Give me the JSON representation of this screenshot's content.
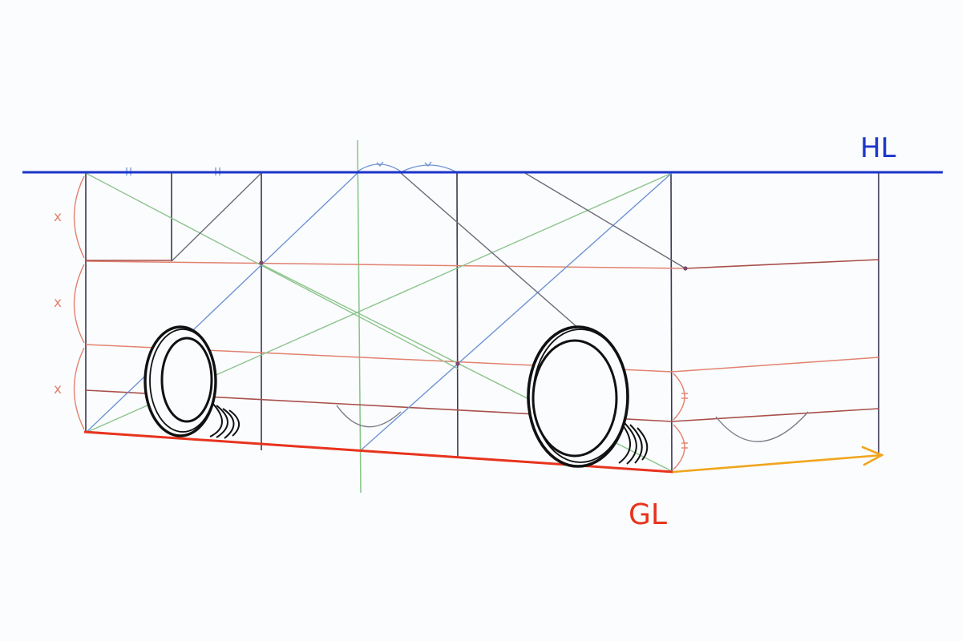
{
  "labels": {
    "horizon": "HL",
    "ground": "GL",
    "equal_mark": "x"
  },
  "colors": {
    "background": "#fbfcfe",
    "horizon_line": "#1b35c9",
    "ground_line": "#e8331d",
    "extension_arrow": "#f0a51c",
    "frame_lines": "#3c3650",
    "division_lines": "#e2826f",
    "division_lines_dark": "#a8504a",
    "diagonal_green": "#8cc48c",
    "diagonal_blue": "#6f93d2",
    "diagonal_gray": "#6b6b78",
    "center_axis": "#86c486",
    "wheel_ink": "#111111"
  },
  "icons": {
    "wheel": "car-wheel-sketch",
    "arrow": "arrow-right-icon"
  }
}
